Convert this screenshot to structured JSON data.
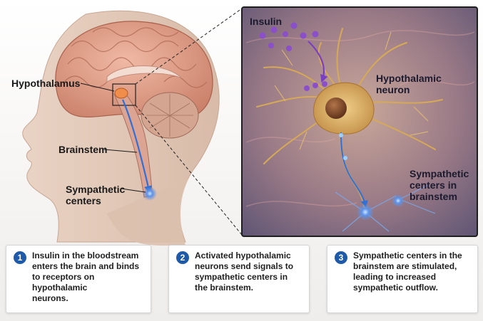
{
  "labels": {
    "hypothalamus": "Hypothalamus",
    "brainstem": "Brainstem",
    "sympathetic_centers": "Sympathetic\ncenters"
  },
  "inset": {
    "insulin": "Insulin",
    "hypothalamic_neuron": "Hypothalamic\nneuron",
    "sympathetic_brainstem": "Sympathetic\ncenters in\nbrainstem"
  },
  "steps": [
    {
      "number": "1",
      "text": "Insulin in the bloodstream\nenters the brain and binds\nto receptors on hypothalamic\nneurons."
    },
    {
      "number": "2",
      "text": "Activated hypothalamic\nneurons send signals to\nsympathetic centers in\nthe brainstem."
    },
    {
      "number": "3",
      "text": "Sympathetic centers in the\nbrainstem are stimulated,\nleading to increased\nsympathetic outflow."
    }
  ],
  "colors": {
    "badge": "#1f5aa8",
    "signal_arrow": "#2f6fd6",
    "insulin": "#8a4fc9",
    "brain": "#d99a86"
  }
}
